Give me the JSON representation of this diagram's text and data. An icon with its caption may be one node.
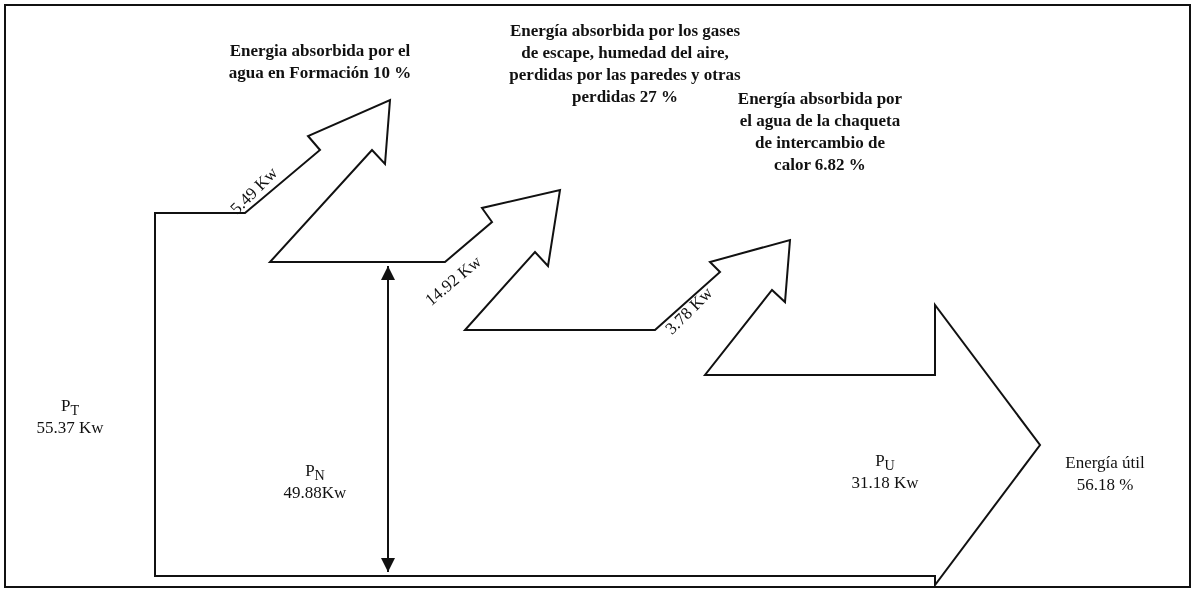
{
  "diagram": {
    "labels": [
      "Energia absorbida por el agua en Formación 10 %",
      "Energía absorbida por los gases de escape, humedad del aire, perdidas por las paredes y otras perdidas 27 %",
      "Energía absorbida por el agua de la chaqueta de intercambio de calor 6.82 %",
      "5.49 Kw",
      "14.92 Kw",
      "3.78 Kw",
      "P$_{T}$",
      "55.37 Kw",
      "P$_{N}$",
      "49.88Kw",
      "P$_{U}$",
      "31.18 Kw",
      "Energía útil 56.18 %"
    ]
  }
}
